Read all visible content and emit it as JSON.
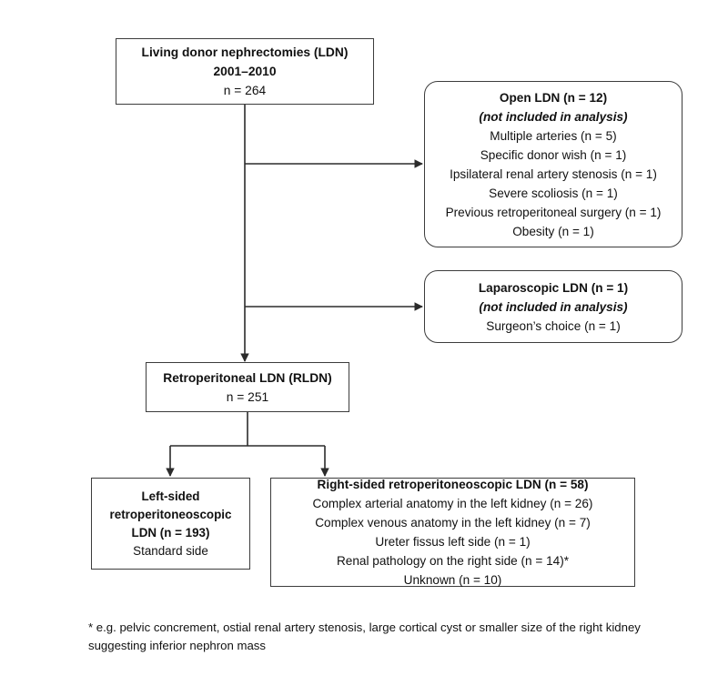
{
  "figure": {
    "type": "flowchart",
    "title_present": false,
    "background_color": "#ffffff",
    "line_color": "#3c3c3c",
    "text_color": "#111111"
  },
  "nodes": {
    "top": {
      "shape": "rectangle",
      "lines": [
        {
          "text": "Living donor nephrectomies (LDN)",
          "style": "bold"
        },
        {
          "text": "2001–2010",
          "style": "bold"
        },
        {
          "text": "n = 264",
          "style": "regular"
        }
      ]
    },
    "open_ldn": {
      "shape": "rounded-rectangle",
      "lines": [
        {
          "text": "Open LDN (n = 12)",
          "style": "bold"
        },
        {
          "text": "(not included in analysis)",
          "style": "bold-italic"
        },
        {
          "text": "Multiple arteries (n = 5)",
          "style": "regular"
        },
        {
          "text": "Specific donor wish (n = 1)",
          "style": "regular"
        },
        {
          "text": "Ipsilateral renal artery stenosis (n = 1)",
          "style": "regular"
        },
        {
          "text": "Severe scoliosis (n = 1)",
          "style": "regular"
        },
        {
          "text": "Previous retroperitoneal surgery (n = 1)",
          "style": "regular"
        },
        {
          "text": "Obesity (n = 1)",
          "style": "regular"
        }
      ]
    },
    "laparoscopic_ldn": {
      "shape": "rounded-rectangle",
      "lines": [
        {
          "text": "Laparoscopic LDN (n = 1)",
          "style": "bold"
        },
        {
          "text": "(not included in analysis)",
          "style": "bold-italic"
        },
        {
          "text": "Surgeon’s choice (n = 1)",
          "style": "regular"
        }
      ]
    },
    "rldn": {
      "shape": "rectangle",
      "lines": [
        {
          "text": "Retroperitoneal LDN (RLDN)",
          "style": "bold"
        },
        {
          "text": "n = 251",
          "style": "regular"
        }
      ]
    },
    "left_sided": {
      "shape": "rectangle",
      "lines": [
        {
          "text": "Left-sided",
          "style": "bold"
        },
        {
          "text": "retroperitoneoscopic",
          "style": "bold"
        },
        {
          "text": "LDN (n = 193)",
          "style": "bold"
        },
        {
          "text": "Standard side",
          "style": "regular"
        }
      ]
    },
    "right_sided": {
      "shape": "rectangle",
      "lines": [
        {
          "text": "Right-sided retroperitoneoscopic LDN (n = 58)",
          "style": "bold"
        },
        {
          "text": "Complex arterial anatomy in the left kidney (n = 26)",
          "style": "regular"
        },
        {
          "text": "Complex venous anatomy in the left kidney (n = 7)",
          "style": "regular"
        },
        {
          "text": "Ureter fissus left side (n = 1)",
          "style": "regular"
        },
        {
          "text": "Renal pathology on the right side (n = 14)*",
          "style": "regular"
        },
        {
          "text": "Unknown (n = 10)",
          "style": "regular"
        }
      ]
    }
  },
  "footnote": {
    "text": "* e.g. pelvic concrement, ostial renal artery stenosis, large cortical cyst or smaller size of the right kidney suggesting inferior nephron mass"
  }
}
